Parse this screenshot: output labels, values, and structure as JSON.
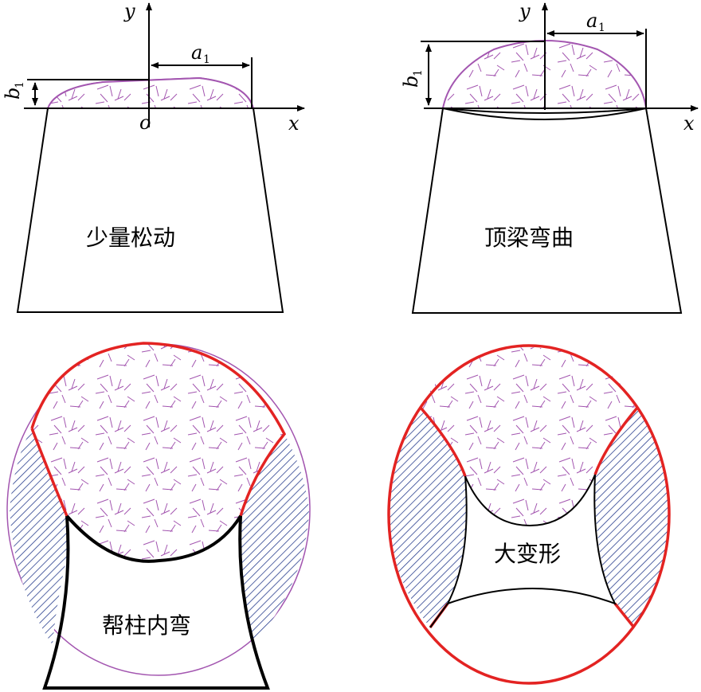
{
  "panels": [
    {
      "id": "panel-1",
      "label": "少量松动"
    },
    {
      "id": "panel-2",
      "label": "顶梁弯曲"
    },
    {
      "id": "panel-3",
      "label": "帮柱内弯"
    },
    {
      "id": "panel-4",
      "label": "大变形"
    }
  ],
  "axes": {
    "x_label": "x",
    "y_label": "y",
    "origin_label": "o",
    "a_label": "a",
    "a_sub": "1",
    "b_label": "b",
    "b_sub": "1"
  },
  "colors": {
    "loose_zone": "#a356b0",
    "failure_boundary": "#e32322",
    "hatch": "#2a3f8f",
    "support": "#000000"
  }
}
